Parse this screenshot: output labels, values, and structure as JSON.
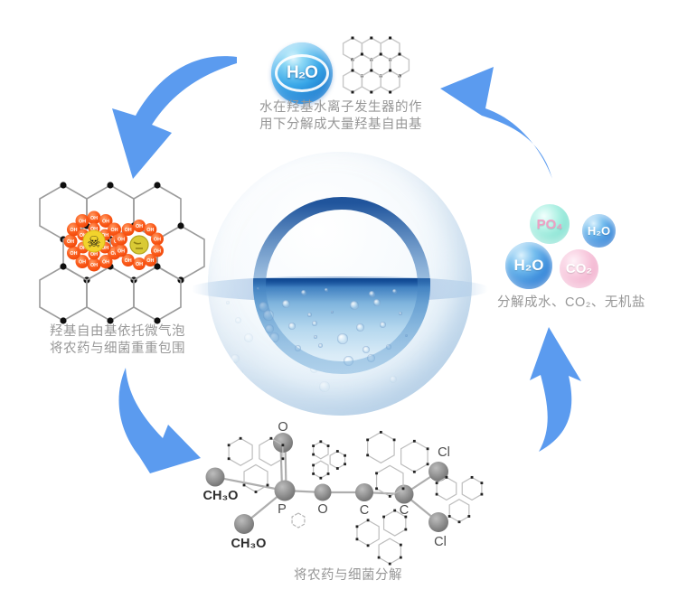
{
  "colors": {
    "arrow": "#5b9bef",
    "caption": "#979797",
    "radical_orange_inner": "#f4490c",
    "radical_orange_outer": "#ff8a50",
    "skull_yellow": "#f2d32c",
    "germ_yellow": "#d9ca35"
  },
  "stages": {
    "top": {
      "icon_label": "H₂O",
      "caption_line1": "水在羟基水离子发生器的作",
      "caption_line2": "用下分解成大量羟基自由基"
    },
    "left": {
      "caption_line1": "羟基自由基依托微气泡",
      "caption_line2": "将农药与细菌重重包围",
      "radical_label": "OH",
      "skull_icon": "☠"
    },
    "bottom": {
      "caption": "将农药与细菌分解",
      "atom_labels": [
        "O",
        "CH₃O",
        "CH₃O",
        "P",
        "O",
        "C",
        "C",
        "Cl",
        "Cl"
      ]
    },
    "right": {
      "caption": "分解成水、CO₂、无机盐",
      "bubbles": [
        {
          "label": "PO₄"
        },
        {
          "label": "H₂O"
        },
        {
          "label": "H₂O"
        },
        {
          "label": "CO₂"
        }
      ]
    }
  }
}
